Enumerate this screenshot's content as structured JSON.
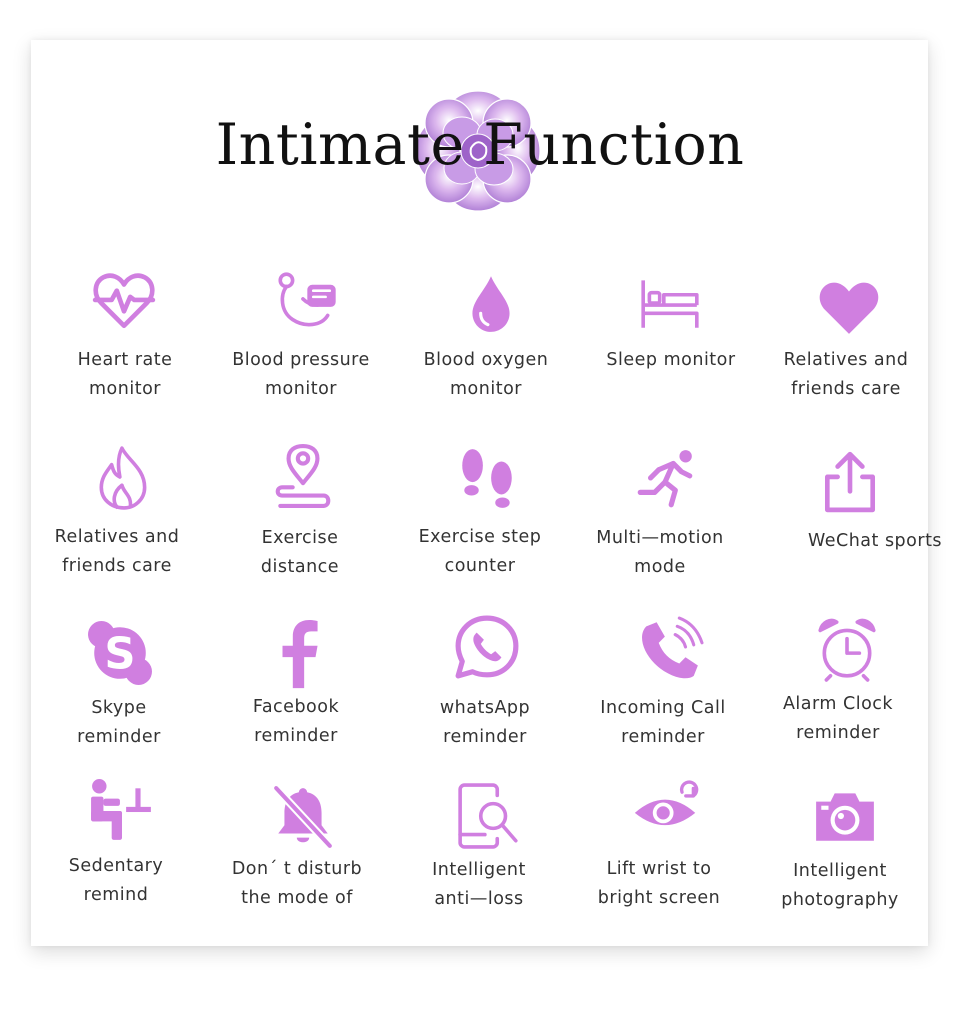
{
  "title": "Intimate Function",
  "accent_color": "#d07fe0",
  "functions": [
    {
      "icon": "heart-rate-icon",
      "label": "Heart rate\nmonitor"
    },
    {
      "icon": "blood-pressure-icon",
      "label": "Blood pressure\nmonitor"
    },
    {
      "icon": "blood-drop-icon",
      "label": "Blood oxygen\nmonitor"
    },
    {
      "icon": "bed-icon",
      "label": "Sleep monitor"
    },
    {
      "icon": "heart-icon",
      "label": "Relatives and\nfriends care"
    },
    {
      "icon": "flame-icon",
      "label": "Relatives and\nfriends care"
    },
    {
      "icon": "location-pin-icon",
      "label": "Exercise\ndistance"
    },
    {
      "icon": "footprints-icon",
      "label": "Exercise step\ncounter"
    },
    {
      "icon": "runner-icon",
      "label": "Multi—motion\nmode"
    },
    {
      "icon": "share-icon",
      "label": "WeChat sports"
    },
    {
      "icon": "skype-icon",
      "label": "Skype\nreminder"
    },
    {
      "icon": "facebook-icon",
      "label": "Facebook\nreminder"
    },
    {
      "icon": "whatsapp-icon",
      "label": "whatsApp\nreminder"
    },
    {
      "icon": "phone-ringing-icon",
      "label": "Incoming Call\nreminder"
    },
    {
      "icon": "alarm-clock-icon",
      "label": "Alarm Clock\nreminder"
    },
    {
      "icon": "sedentary-icon",
      "label": "Sedentary\nremind"
    },
    {
      "icon": "bell-off-icon",
      "label": "Don´ t disturb\nthe mode of"
    },
    {
      "icon": "phone-search-icon",
      "label": "Intelligent\nanti—loss"
    },
    {
      "icon": "eye-icon",
      "label": "Lift wrist to\nbright screen"
    },
    {
      "icon": "camera-icon",
      "label": "Intelligent\nphotography"
    }
  ]
}
